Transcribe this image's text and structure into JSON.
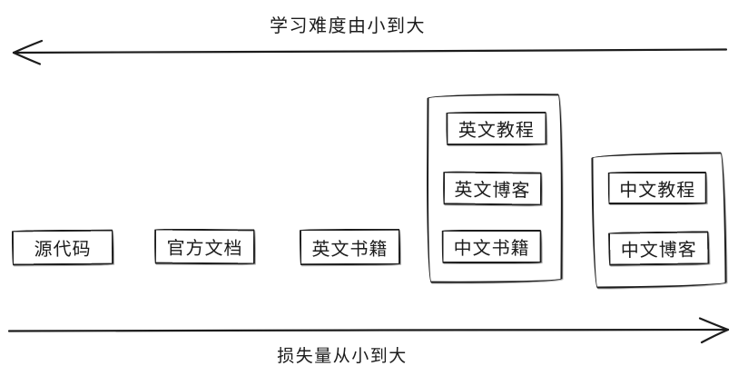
{
  "diagram": {
    "title": "",
    "top_axis": {
      "label": "学习难度由小到大",
      "direction": "left"
    },
    "bottom_axis": {
      "label": "损失量从小到大",
      "direction": "right"
    },
    "nodes": [
      {
        "label": "源代码"
      },
      {
        "label": "官方文档"
      },
      {
        "label": "英文书籍"
      }
    ],
    "groups": [
      {
        "items": [
          {
            "label": "英文教程"
          },
          {
            "label": "英文博客"
          },
          {
            "label": "中文书籍"
          }
        ]
      },
      {
        "items": [
          {
            "label": "中文教程"
          },
          {
            "label": "中文博客"
          }
        ]
      }
    ],
    "colors": {
      "stroke": "#1c1c1c",
      "background": "#ffffff"
    }
  }
}
